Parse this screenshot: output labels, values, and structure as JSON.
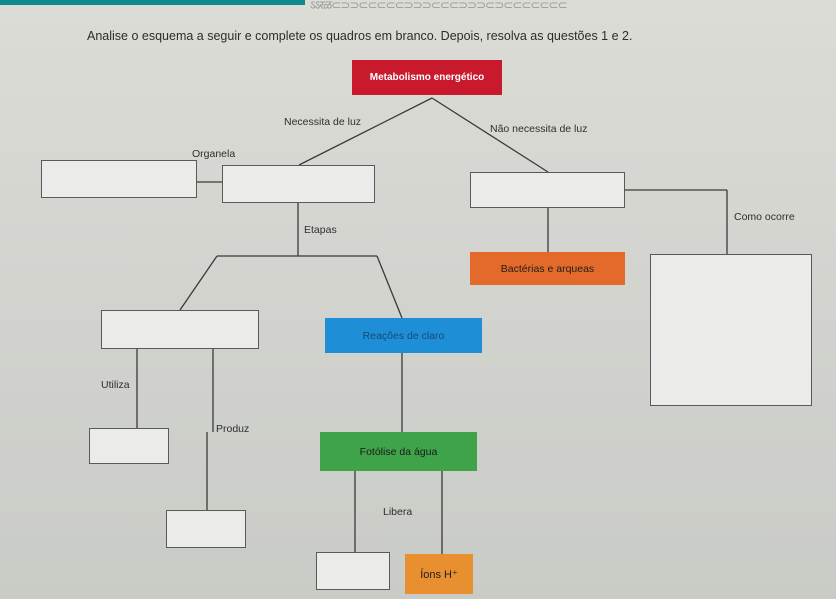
{
  "header": {
    "instruction": "Analise o esquema a seguir e complete os quadros em branco. Depois, resolva as questões 1 e 2.",
    "decoration": "ऽऽरळ⊂⊃⊃⊂⊂⊂⊂⊂⊃⊃⊃⊂⊂⊂⊃⊃⊃⊂⊃⊂⊂⊂⊂⊂⊂⊂"
  },
  "diagram": {
    "root": "Metabolismo energético",
    "links": {
      "needs_light": "Necessita de luz",
      "no_light": "Não necessita de luz",
      "organelle": "Organela",
      "stages": "Etapas",
      "how_occurs": "Como ocorre",
      "uses": "Utiliza",
      "produces": "Produz",
      "releases": "Libera"
    },
    "nodes": {
      "bacteria": "Bactérias e arqueas",
      "light_reactions": "Reações de claro",
      "water_photolysis": "Fotólise da água",
      "h_ions": "Íons H⁺"
    },
    "colors": {
      "root": "#c8192d",
      "bacteria": "#e36a2a",
      "light_reactions": "#1e8fd6",
      "water_photolysis": "#3fa34a",
      "h_ions": "#e8902f"
    }
  }
}
